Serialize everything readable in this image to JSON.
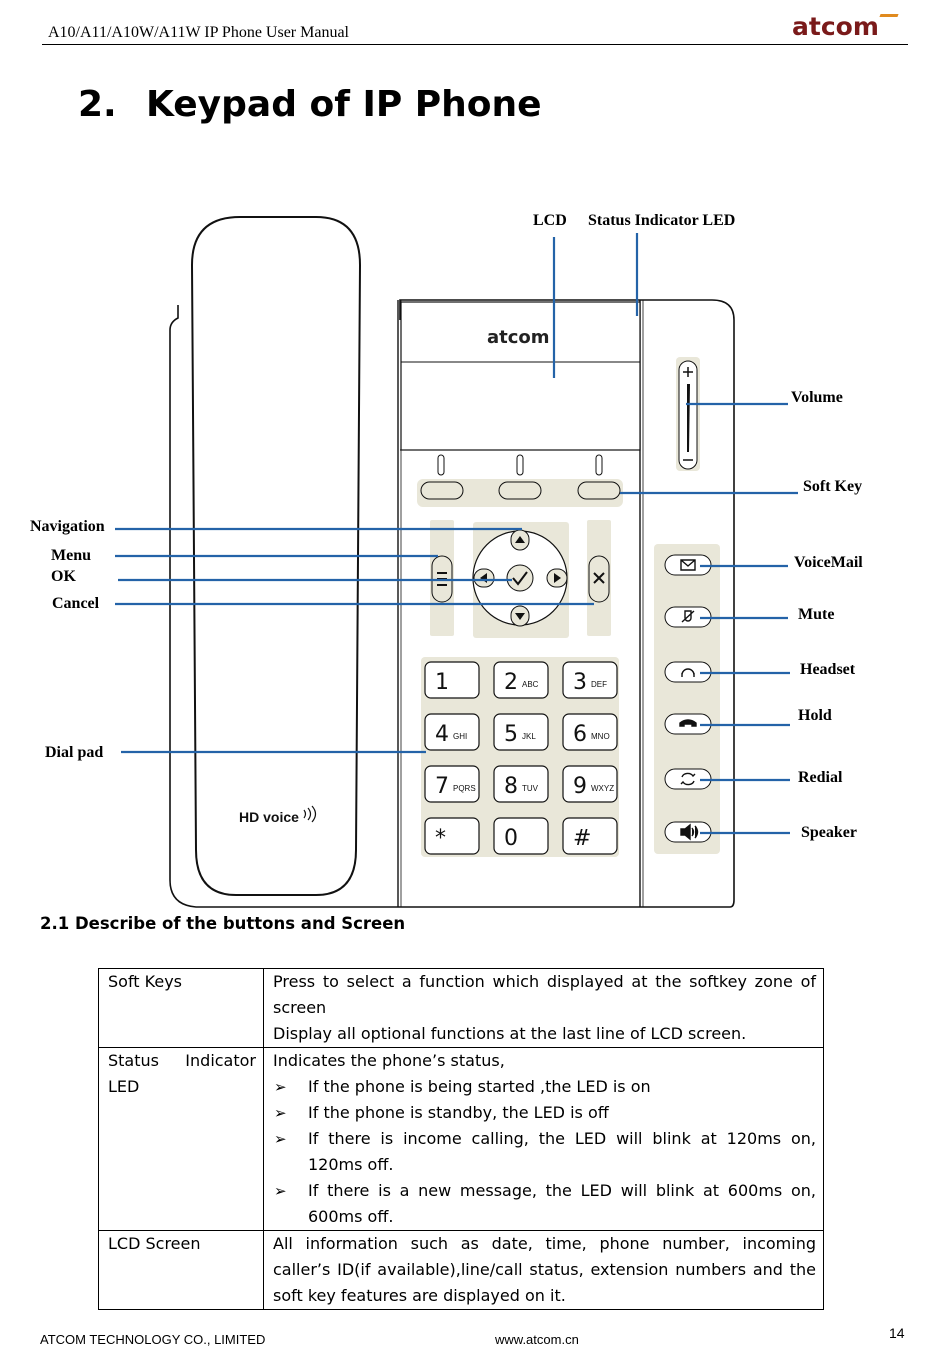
{
  "header": {
    "title": "A10/A11/A10W/A11W IP Phone User Manual",
    "logo": "atcom"
  },
  "section": {
    "number": "2.",
    "title": "Keypad of IP Phone"
  },
  "diagram": {
    "phone_logo": "atcom",
    "hd_voice": "HD voice",
    "labels": {
      "lcd": "LCD",
      "status_led": "Status Indicator LED",
      "volume": "Volume",
      "soft_key": "Soft Key",
      "navigation": "Navigation",
      "menu": "Menu",
      "ok": "OK",
      "cancel": "Cancel",
      "voicemail": "VoiceMail",
      "mute": "Mute",
      "headset": "Headset",
      "hold": "Hold",
      "redial": "Redial",
      "speaker": "Speaker",
      "dial_pad": "Dial pad"
    },
    "keys": [
      {
        "digit": "1",
        "letters": ""
      },
      {
        "digit": "2",
        "letters": "ABC"
      },
      {
        "digit": "3",
        "letters": "DEF"
      },
      {
        "digit": "4",
        "letters": "GHI"
      },
      {
        "digit": "5",
        "letters": "JKL"
      },
      {
        "digit": "6",
        "letters": "MNO"
      },
      {
        "digit": "7",
        "letters": "PQRS"
      },
      {
        "digit": "8",
        "letters": "TUV"
      },
      {
        "digit": "9",
        "letters": "WXYZ"
      },
      {
        "digit": "*",
        "letters": ""
      },
      {
        "digit": "0",
        "letters": ""
      },
      {
        "digit": "#",
        "letters": ""
      }
    ],
    "colors": {
      "callout": "#2463a8",
      "key_fill": "#e9e7d9",
      "panel_fill": "#e9e7d9"
    }
  },
  "subsection": {
    "title": "2.1 Describe of the buttons and Screen"
  },
  "table": {
    "row1": {
      "key": "Soft Keys",
      "line1": "Press to select a function which displayed at the softkey zone of screen",
      "line2": "Display all optional functions at the last line of LCD screen."
    },
    "row2": {
      "key": "Status Indicator LED",
      "intro": "Indicates the phone’s status,",
      "b1": "If the phone is being started ,the LED is on",
      "b2": "If the phone is standby, the LED is off",
      "b3": "If there is income calling, the LED will blink at 120ms on, 120ms off.",
      "b4": "If there is a new message, the LED will blink at 600ms on, 600ms off."
    },
    "row3": {
      "key": "LCD Screen",
      "text": "All information such as date, time, phone number, incoming caller’s ID(if available),line/call status, extension numbers and the soft key features are displayed on it."
    }
  },
  "footer": {
    "company": "ATCOM TECHNOLOGY CO., LIMITED",
    "website": "www.atcom.cn",
    "page": "14"
  }
}
